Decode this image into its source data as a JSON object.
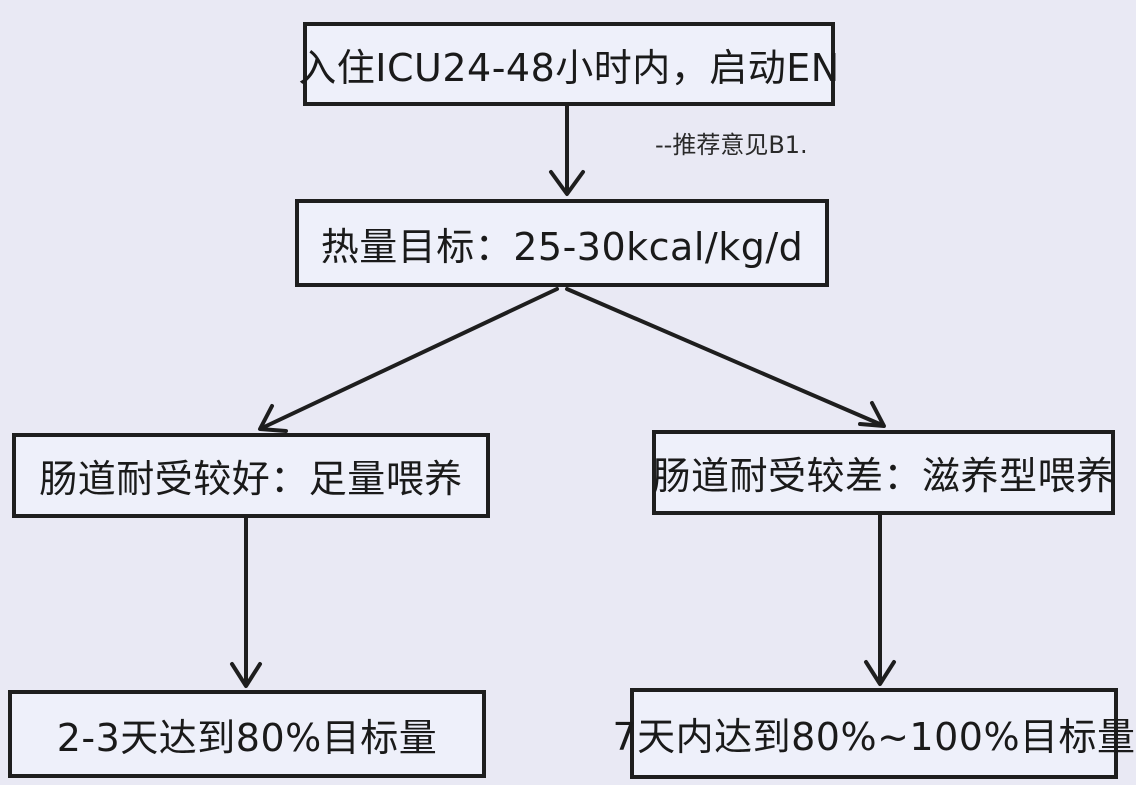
{
  "nodes": {
    "start": "入住ICU24-48小时内，启动EN",
    "target": "热量目标：25-30kcal/kg/d",
    "good_tolerance": "肠道耐受较好：足量喂养",
    "poor_tolerance": "肠道耐受较差：滋养型喂养",
    "good_outcome": "2-3天达到80%目标量",
    "poor_outcome": "7天内达到80%~100%目标量"
  },
  "annotation": "--推荐意见B1."
}
